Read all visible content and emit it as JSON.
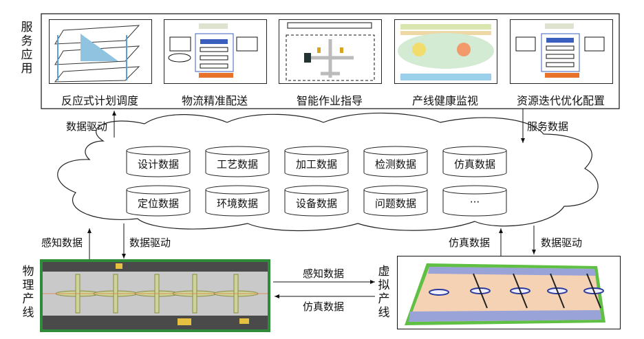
{
  "service": {
    "title": "服务应用",
    "panels": [
      {
        "label": "反应式计划调度"
      },
      {
        "label": "物流精准配送"
      },
      {
        "label": "智能作业指导"
      },
      {
        "label": "产线健康监视"
      },
      {
        "label": "资源迭代优化配置"
      }
    ]
  },
  "arrows": {
    "top_left": "数据驱动",
    "top_right": "服务数据",
    "phys_up": "感知数据",
    "phys_down": "数据驱动",
    "virt_up": "仿真数据",
    "virt_down": "数据驱动",
    "mid_right": "感知数据",
    "mid_left": "仿真数据"
  },
  "cloud": {
    "row1": [
      "设计数据",
      "工艺数据",
      "加工数据",
      "检测数据",
      "仿真数据"
    ],
    "row2": [
      "定位数据",
      "环境数据",
      "设备数据",
      "问题数据",
      "···"
    ]
  },
  "physical_line": {
    "title": "物理产线"
  },
  "virtual_line": {
    "title": "虚拟产线"
  },
  "colors": {
    "green_frame": "#2f8a3a",
    "virtual_floor": "#f5d2b4",
    "virtual_edge": "#9aa3d8",
    "virtual_border": "#5fc043"
  }
}
